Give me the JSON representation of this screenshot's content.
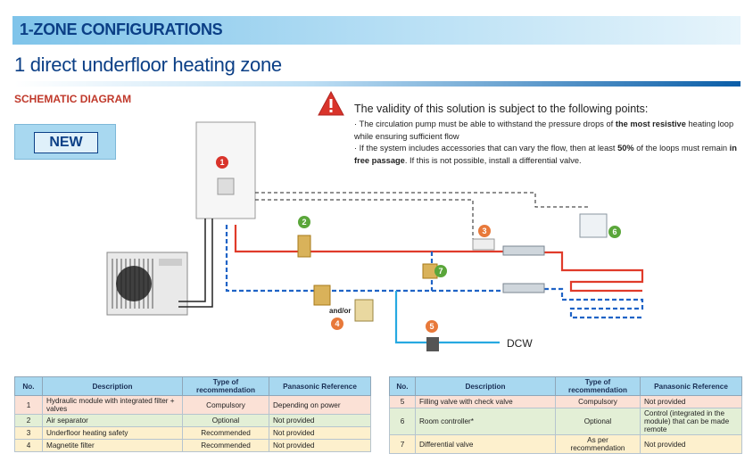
{
  "header": {
    "banner_title": "1-ZONE CONFIGURATIONS",
    "subtitle": "1 direct underfloor heating zone",
    "section_label": "SCHEMATIC DIAGRAM",
    "new_badge": "NEW"
  },
  "warning": {
    "title": "The validity of this solution is subject to the following points:",
    "point1_a": "· The circulation pump must be able to withstand the pressure drops of ",
    "point1_b": "the most resistive",
    "point1_c": " heating loop while ensuring sufficient flow",
    "point2_a": "· If the system includes accessories that can vary the flow, then at least ",
    "point2_b": "50%",
    "point2_c": " of the loops must remain ",
    "point2_d": "in free passage",
    "point2_e": ". If this is not possible, install a differential valve."
  },
  "diagram": {
    "and_or": "and/or",
    "dcw": "DCW",
    "markers": [
      "1",
      "2",
      "3",
      "4",
      "5",
      "6",
      "7"
    ]
  },
  "table_left": {
    "headers": [
      "No.",
      "Description",
      "Type of recommendation",
      "Panasonic Reference"
    ],
    "rows": [
      {
        "no": "1",
        "desc": "Hydraulic module with integrated filter + valves",
        "type": "Compulsory",
        "ref": "Depending on power"
      },
      {
        "no": "2",
        "desc": "Air separator",
        "type": "Optional",
        "ref": "Not provided"
      },
      {
        "no": "3",
        "desc": "Underfloor heating safety",
        "type": "Recommended",
        "ref": "Not provided"
      },
      {
        "no": "4",
        "desc": "Magnetite filter",
        "type": "Recommended",
        "ref": "Not provided"
      }
    ]
  },
  "table_right": {
    "headers": [
      "No.",
      "Description",
      "Type of recommendation",
      "Panasonic Reference"
    ],
    "rows": [
      {
        "no": "5",
        "desc": "Filling valve with check valve",
        "type": "Compulsory",
        "ref": "Not provided"
      },
      {
        "no": "6",
        "desc": "Room controller*",
        "type": "Optional",
        "ref": "Control (integrated in the module) that can be made remote"
      },
      {
        "no": "7",
        "desc": "Differential valve",
        "type": "As per recommendation",
        "ref": "Not provided"
      }
    ]
  },
  "colors": {
    "brand_blue": "#0b3f86",
    "flow_red": "#e03b2a",
    "return_blue": "#1f63c6",
    "cold_water": "#27a9e1",
    "marker_orange": "#e8793a",
    "marker_green": "#5aa63a",
    "marker_red": "#d9342b"
  }
}
